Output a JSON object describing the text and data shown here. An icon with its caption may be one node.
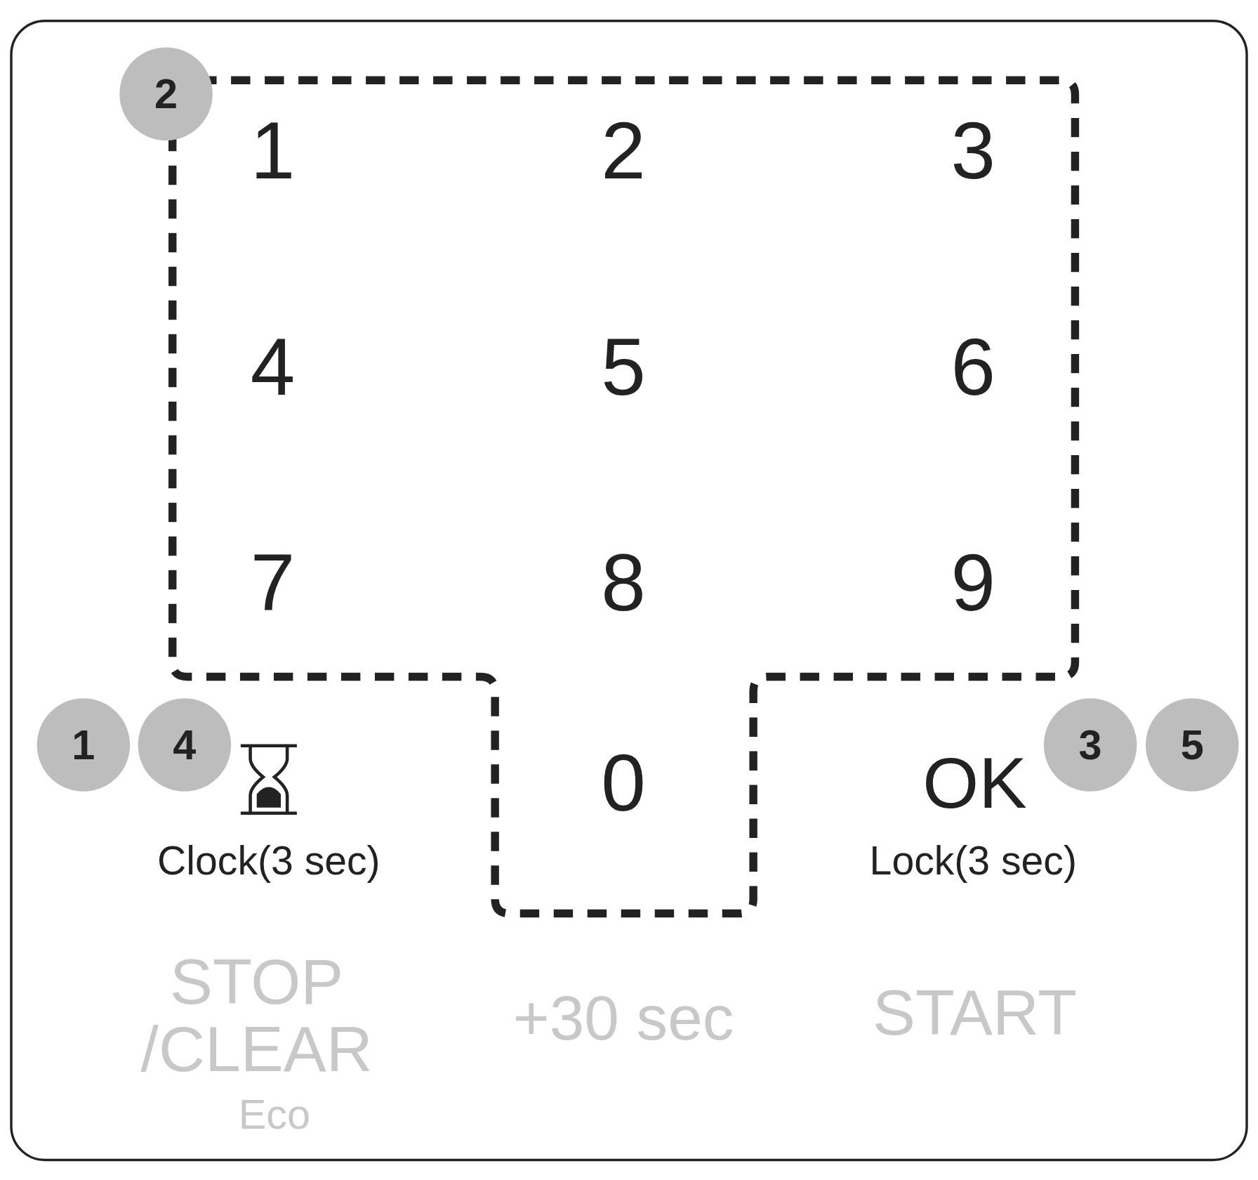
{
  "diagram": {
    "nodes": [
      {
        "text": [
          "2"
        ]
      },
      {
        "text": [
          "1"
        ]
      },
      {
        "text": [
          "4"
        ]
      },
      {
        "text": [
          "3"
        ]
      },
      {
        "text": [
          "5"
        ]
      }
    ],
    "labels": [
      "1",
      "2",
      "3",
      "4",
      "5",
      "6",
      "7",
      "8",
      "9",
      "0",
      "OK",
      "Clock(3 sec)",
      "Lock(3 sec)",
      "STOP /CLEAR",
      "+30 sec",
      "START",
      "Eco"
    ]
  }
}
